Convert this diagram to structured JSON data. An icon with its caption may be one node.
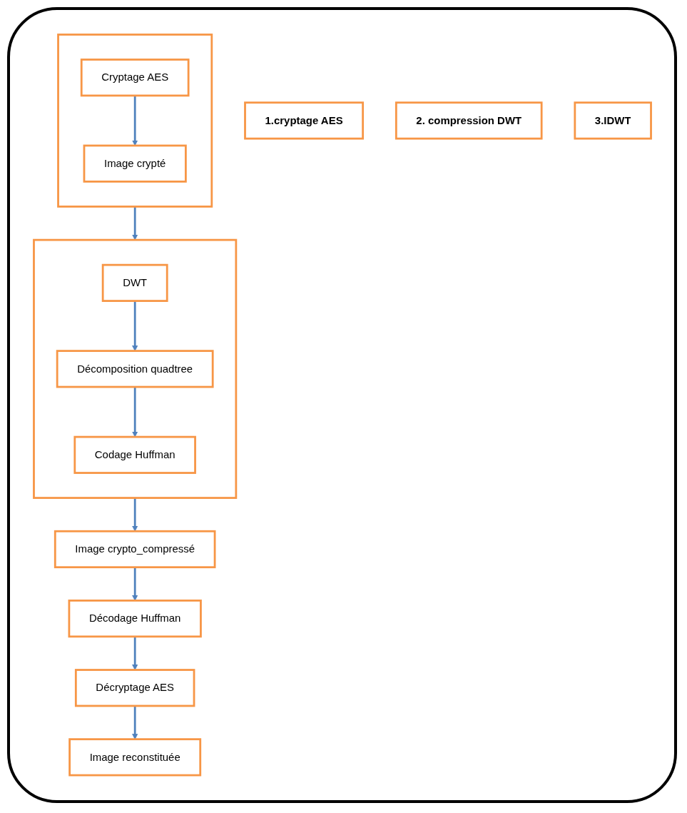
{
  "diagram": {
    "nodes": [
      {
        "text": [
          "1.cryptage AES"
        ]
      },
      {
        "text": [],
        "shape": "box"
      },
      {
        "text": [
          "Cryptage AES"
        ],
        "in": 1
      },
      {
        "text": [
          "Image crypté"
        ],
        "in": 1
      },
      {
        "text": [
          "2. compression DWT"
        ]
      },
      {
        "text": [],
        "shape": "box"
      },
      {
        "text": [
          "DWT"
        ],
        "in": 5
      },
      {
        "text": [
          "Décomposition quadtree"
        ],
        "in": 5
      },
      {
        "text": [
          "Codage Huffman"
        ],
        "in": 5
      },
      {
        "text": [
          "3.IDWT"
        ]
      },
      {
        "text": [
          "Décodage Huffman"
        ]
      },
      {
        "text": [
          "Décryptage AES"
        ]
      },
      {
        "text": [
          "Image crypto_compressé"
        ]
      },
      {
        "text": [
          "Image reconstituée"
        ]
      }
    ],
    "edges": [
      {
        "from": 2,
        "to": 3,
        "arrow": "to"
      },
      {
        "from": 1,
        "to": 5,
        "arrow": "to"
      },
      {
        "from": 6,
        "to": 7,
        "arrow": "to"
      },
      {
        "from": 7,
        "to": 8,
        "arrow": "to"
      },
      {
        "from": 5,
        "to": 12,
        "arrow": "to"
      },
      {
        "from": 12,
        "to": 10,
        "arrow": "to"
      },
      {
        "from": 10,
        "to": 11,
        "arrow": "to"
      },
      {
        "from": 11,
        "to": 13,
        "arrow": "to"
      }
    ]
  }
}
